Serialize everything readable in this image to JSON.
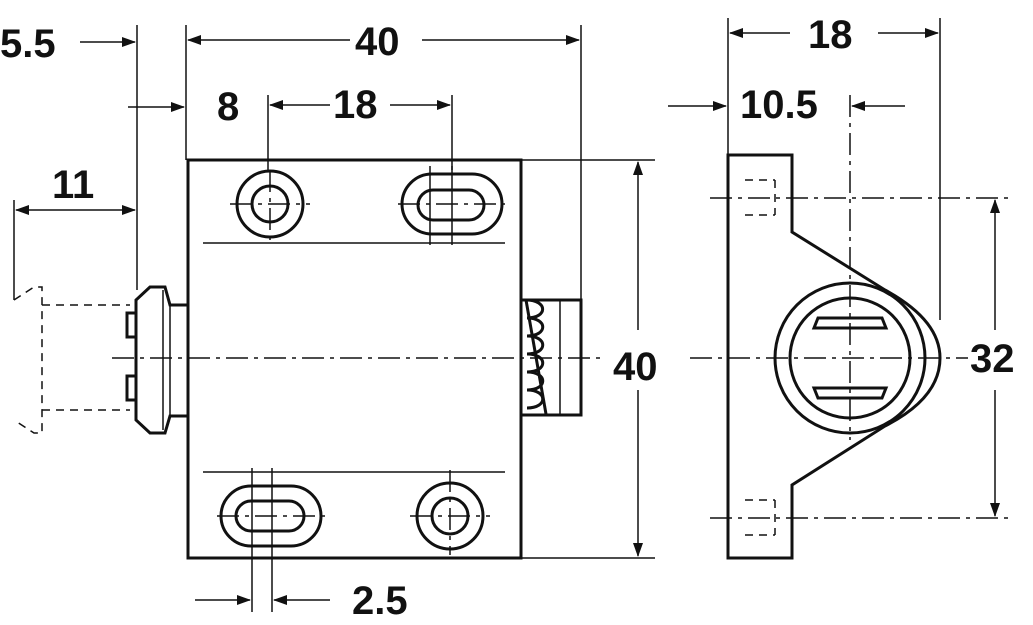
{
  "dimensions": {
    "left_gap": "5.5",
    "overall_width": "40",
    "hole_offset": "8",
    "hole_spacing": "18",
    "plunger_travel": "11",
    "body_height": "40",
    "slot_width": "2.5",
    "side_depth": "18",
    "side_offset": "10.5",
    "side_hole_spacing": "32"
  },
  "colors": {
    "line": "#111111",
    "background": "#ffffff"
  }
}
